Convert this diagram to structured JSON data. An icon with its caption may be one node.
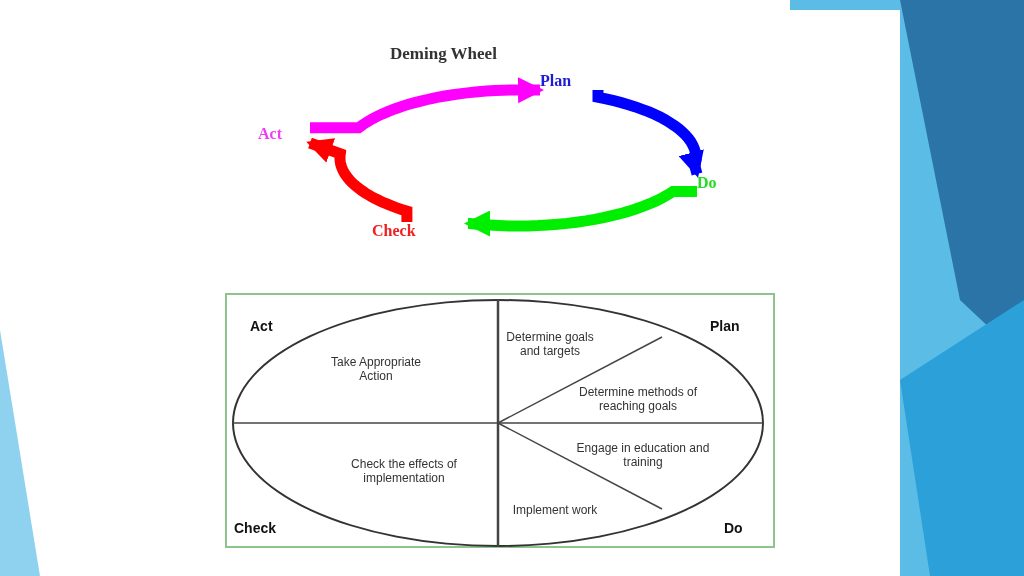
{
  "diagram": {
    "title": "Deming Wheel",
    "nodes": [
      {
        "text": [
          "Plan"
        ]
      },
      {
        "text": [
          "Do"
        ]
      },
      {
        "text": [
          "Check"
        ]
      },
      {
        "text": [
          "Act"
        ]
      },
      {
        "text": [],
        "shape": "box"
      },
      {
        "text": [],
        "shape": "circle",
        "in": 4
      },
      {
        "text": [
          "Take Appropriate Action"
        ],
        "in": 5
      },
      {
        "text": [
          "Determine goals and targets"
        ],
        "in": 5
      },
      {
        "text": [
          "Determine methods of reaching goals"
        ],
        "in": 5
      },
      {
        "text": [
          "Engage in education and training"
        ],
        "in": 5
      },
      {
        "text": [
          "Implement work"
        ],
        "in": 5
      },
      {
        "text": [
          "Check the effects of implementation"
        ],
        "in": 5
      }
    ],
    "edges": [
      {
        "from": 3,
        "to": 0,
        "arrow": "to",
        "color": "#ff00ff"
      },
      {
        "from": 0,
        "to": 1,
        "arrow": "to",
        "color": "#0000ff"
      },
      {
        "from": 1,
        "to": 2,
        "arrow": "to",
        "color": "#00ee00"
      },
      {
        "from": 2,
        "to": 3,
        "arrow": "to",
        "color": "#ff0000"
      }
    ],
    "labels": [
      "Act",
      "Plan",
      "Check",
      "Do"
    ]
  }
}
